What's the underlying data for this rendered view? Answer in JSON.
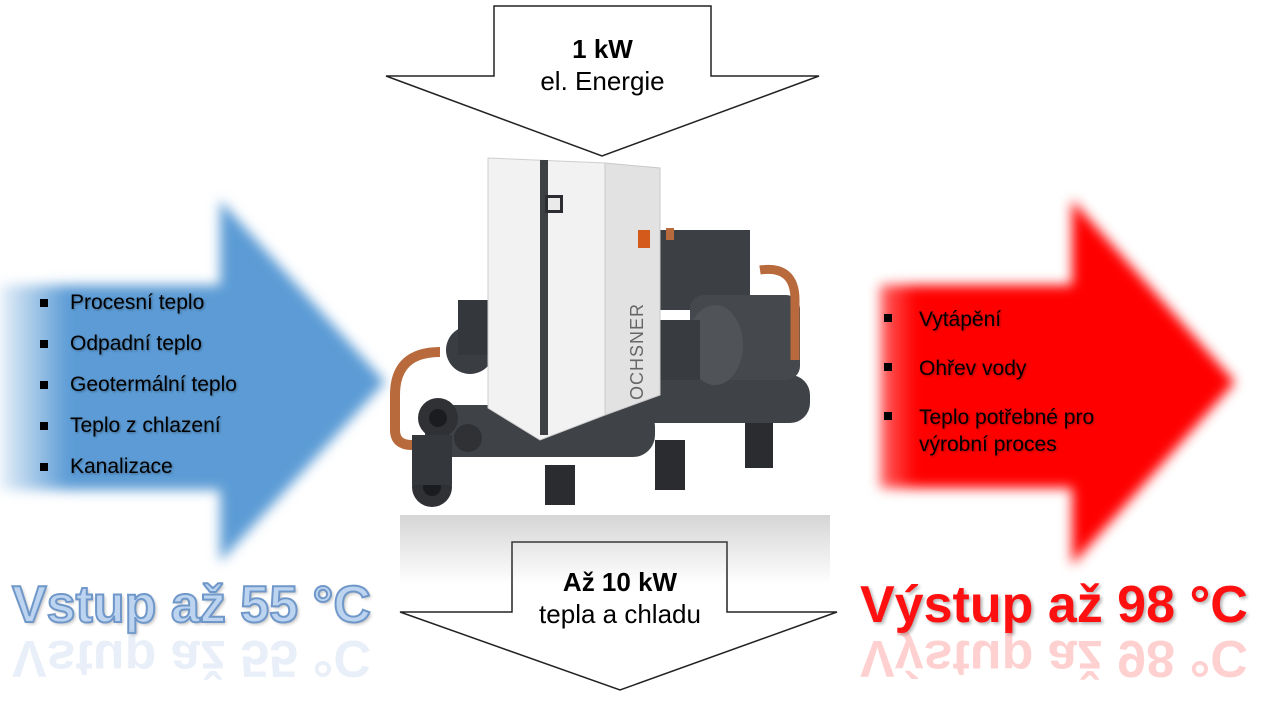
{
  "top_arrow": {
    "value": "1 kW",
    "label": "el. Energie"
  },
  "bottom_arrow": {
    "value": "Až 10 kW",
    "label": "tepla a chladu"
  },
  "input_sources": [
    "Procesní teplo",
    "Odpadní teplo",
    "Geotermální teplo",
    "Teplo z chlazení",
    "Kanalizace"
  ],
  "output_uses": [
    "Vytápění",
    "Ohřev vody",
    "Teplo potřebné pro výrobní proces"
  ],
  "input_label": "Vstup až 55 °C",
  "output_label": "Výstup až 98 °C",
  "machine_brand": "OCHSNER",
  "colors": {
    "input_arrow": "#5b9bd5",
    "output_arrow": "#ff0000",
    "machine_body": "#3a3d42",
    "panel": "#eeeeee",
    "pipe": "#b86a3c"
  }
}
